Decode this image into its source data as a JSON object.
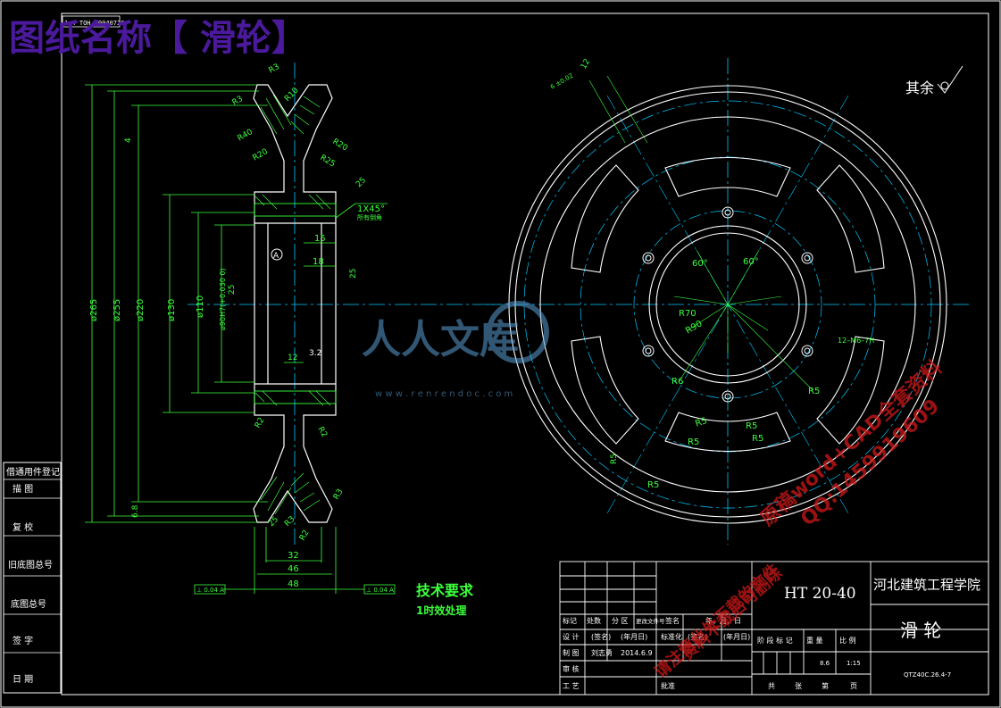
{
  "header": {
    "title": "图纸名称【 滑轮】",
    "tag": "1:4 TOH 20040726"
  },
  "side_panel": {
    "items": [
      "借通用件登记",
      "描  图",
      "复  校",
      "旧底图总号",
      "底图总号",
      "签  字",
      "日  期"
    ]
  },
  "section_view": {
    "dims_left": [
      "ø265",
      "ø255",
      "ø220",
      "ø130",
      "ø110",
      "ø90H7(+0.030 0)"
    ],
    "radii": [
      "R3",
      "R3",
      "R10",
      "R40",
      "R20",
      "R20",
      "R25",
      "R2",
      "R2",
      "R3",
      "R2",
      "R3"
    ],
    "chamfer": "1X45°",
    "chamfer_note": "所有倒角",
    "small_dims": [
      "4",
      "15",
      "18",
      "12",
      "3.2",
      "6.8",
      "25",
      "25",
      "25",
      "25"
    ],
    "bottom_dims": [
      "32",
      "46",
      "48"
    ],
    "datum": "A",
    "tolerance_left": "⊥ 0.04 A",
    "tolerance_right": "⊥ 0.04 A"
  },
  "front_view": {
    "labels": [
      "60°",
      "60°",
      "R70",
      "R90",
      "R6",
      "R5",
      "R5",
      "R5",
      "R5",
      "R5",
      "R5",
      "R5",
      "12–M6–7H",
      "6 ±0.02",
      "12"
    ],
    "roughness_note": "其余"
  },
  "tech": {
    "title": "技术要求",
    "line1": "1时效处理"
  },
  "title_block": {
    "material": "HT 20-40",
    "school": "河北建筑工程学院",
    "part": "滑  轮",
    "drawing_no": "QTZ40C.26.4-7",
    "scale": "1:15",
    "weight": "8.6",
    "rows": [
      "标记",
      "处数",
      "分 区",
      "更改文件号",
      "签名",
      "年、月、日"
    ],
    "design": [
      "设 计",
      "(签名)",
      "(年月日)",
      "标准化",
      "(签名)",
      "(年月日)"
    ],
    "draw": [
      "制 图",
      "刘志勇",
      "2014.6.9"
    ],
    "check": "审 核",
    "process": "工 艺",
    "approve": "批准",
    "stage": [
      "阶 段 标 记",
      "重 量",
      "比 例"
    ],
    "sheet": [
      "共",
      "张",
      "第",
      "页"
    ]
  },
  "watermark": {
    "brand": "人人文库",
    "url": "w w w . r e n r e n d o c . c o m",
    "promo": [
      "原稿word+CAD全套资料",
      "QQ:1459919609",
      "资料下载后可删除",
      "请注意此处下载的文件"
    ]
  },
  "colors": {
    "green": "#3cff3c",
    "cyan": "#00c8ff",
    "white": "#ffffff",
    "purple": "#4b1a9c",
    "red": "#d01818"
  }
}
